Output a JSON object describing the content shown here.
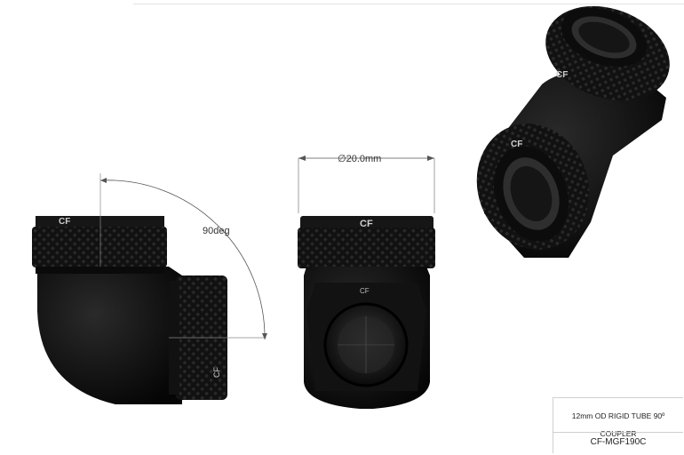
{
  "drawing": {
    "angle_label": "90deg",
    "diameter_label": "∅20.0mm",
    "logo_text": "CF"
  },
  "title_block": {
    "description": "12mm OD RIGID TUBE 90º COUPLER",
    "part_number": "CF-MGF190C"
  },
  "colors": {
    "part_body": "#0d0d0d",
    "knurl": "#1c1c1c",
    "dimension_line": "#555555"
  }
}
